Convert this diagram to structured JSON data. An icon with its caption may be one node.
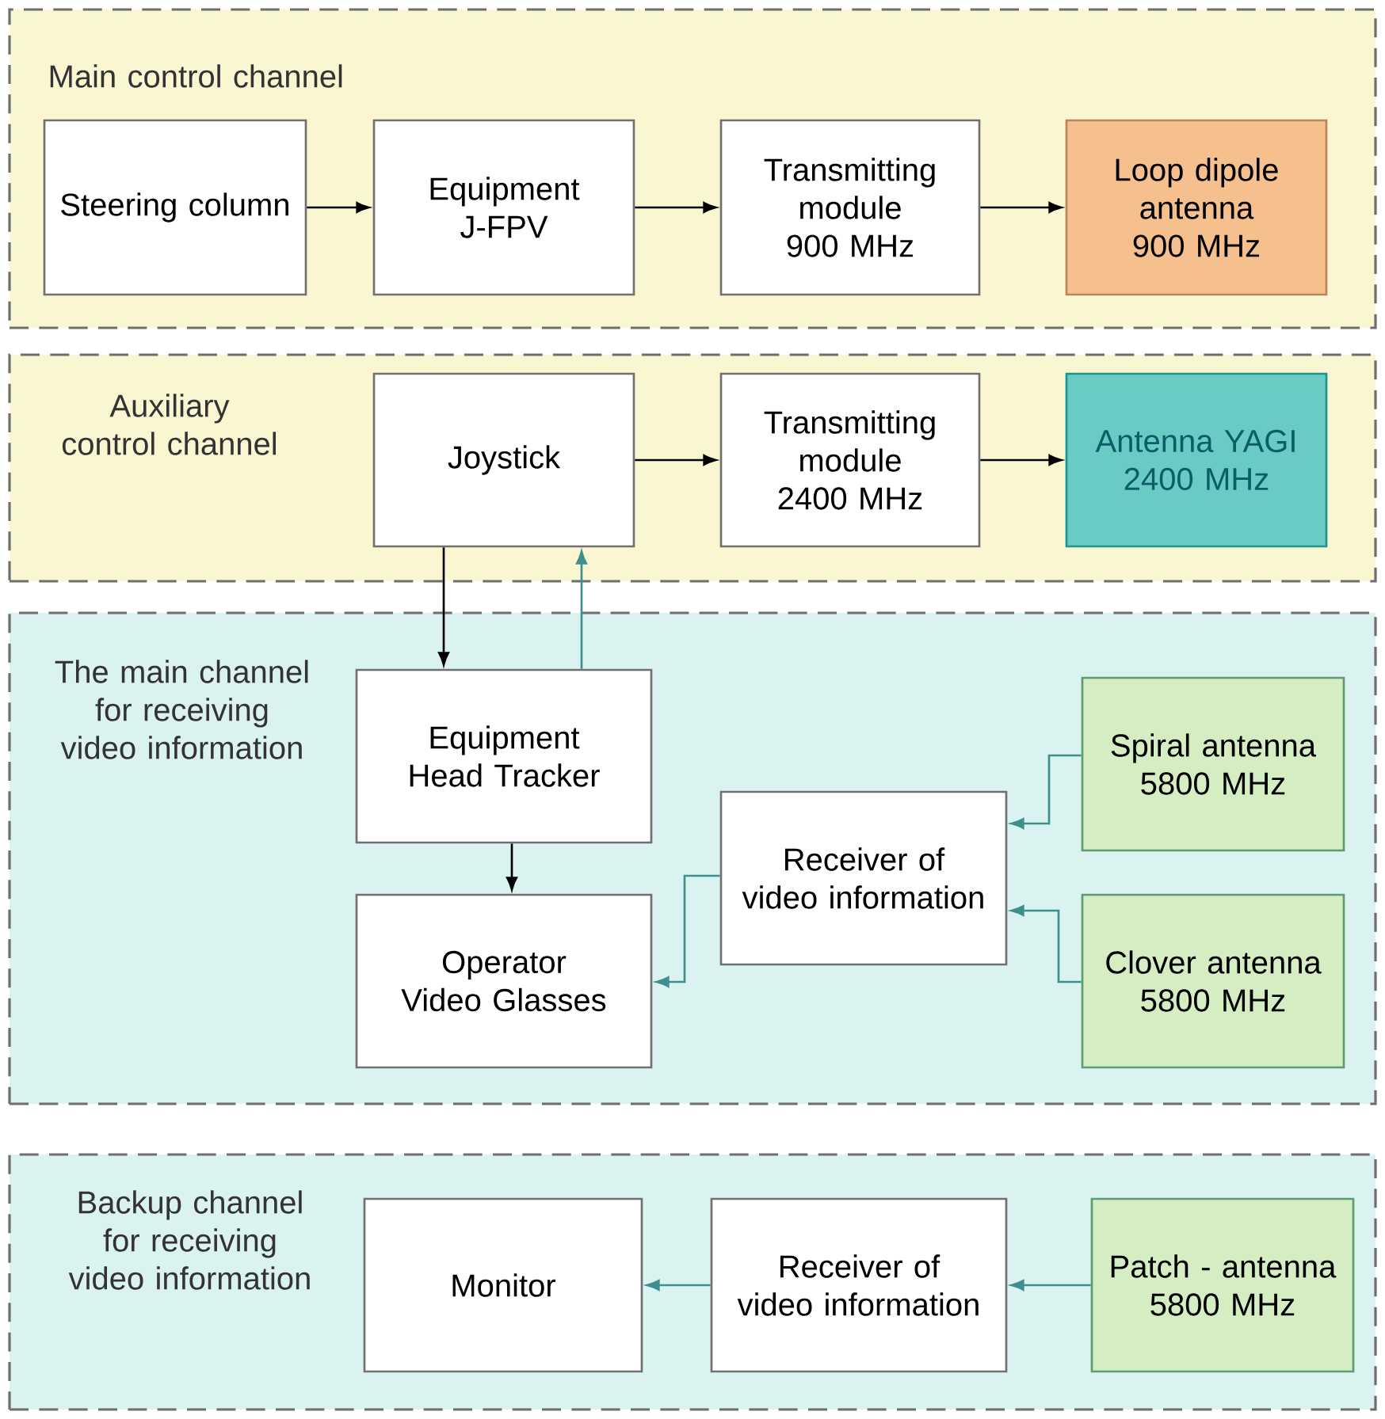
{
  "diagram": {
    "nodes": [
      {
        "text": [
          "Main control channel"
        ]
      },
      {
        "text": [
          "Steering column"
        ],
        "in": 0
      },
      {
        "text": [
          "Equipment J-FPV"
        ],
        "in": 0
      },
      {
        "text": [
          "Transmitting module 900 MHz"
        ],
        "in": 0
      },
      {
        "text": [
          "Loop dipole antenna 900 MHz"
        ],
        "in": 0
      },
      {
        "text": [
          "Auxiliary control channel"
        ]
      },
      {
        "text": [
          "Joystick"
        ],
        "in": 5
      },
      {
        "text": [
          "Transmitting module 2400 MHz"
        ],
        "in": 5
      },
      {
        "text": [
          "Antenna YAGI 2400 MHz"
        ],
        "in": 5
      },
      {
        "text": [
          "The main channel for receiving video information"
        ]
      },
      {
        "text": [
          "Equipment Head Tracker"
        ],
        "in": 9
      },
      {
        "text": [
          "Spiral antenna 5800 MHz"
        ],
        "in": 9
      },
      {
        "text": [
          "Receiver of video information"
        ],
        "in": 9
      },
      {
        "text": [
          "Clover antenna 5800 MHz"
        ],
        "in": 9
      },
      {
        "text": [
          "Operator Video Glasses"
        ],
        "in": 9
      },
      {
        "text": [
          "Backup channel for receiving video information"
        ]
      },
      {
        "text": [
          "Monitor"
        ],
        "in": 15
      },
      {
        "text": [
          "Receiver of video information"
        ],
        "in": 15
      },
      {
        "text": [
          "Patch - antenna 5800 MHz"
        ],
        "in": 15
      }
    ],
    "edges": [
      {
        "from": 1,
        "to": 2,
        "arrow": "to"
      },
      {
        "from": 2,
        "to": 3,
        "arrow": "to"
      },
      {
        "from": 3,
        "to": 4,
        "arrow": "to"
      },
      {
        "from": 6,
        "to": 7,
        "arrow": "to"
      },
      {
        "from": 7,
        "to": 8,
        "arrow": "to"
      },
      {
        "from": 6,
        "to": 10,
        "arrow": "to"
      },
      {
        "from": 10,
        "to": 6,
        "arrow": "to",
        "color": "#3f8f8c"
      },
      {
        "from": 10,
        "to": 14,
        "arrow": "to"
      },
      {
        "from": 11,
        "to": 12,
        "arrow": "to",
        "color": "#3f8f8c"
      },
      {
        "from": 13,
        "to": 12,
        "arrow": "to",
        "color": "#3f8f8c"
      },
      {
        "from": 12,
        "to": 14,
        "arrow": "to",
        "color": "#3f8f8c"
      },
      {
        "from": 18,
        "to": 17,
        "arrow": "to",
        "color": "#3f8f8c"
      },
      {
        "from": 17,
        "to": 16,
        "arrow": "to",
        "color": "#3f8f8c"
      }
    ]
  }
}
